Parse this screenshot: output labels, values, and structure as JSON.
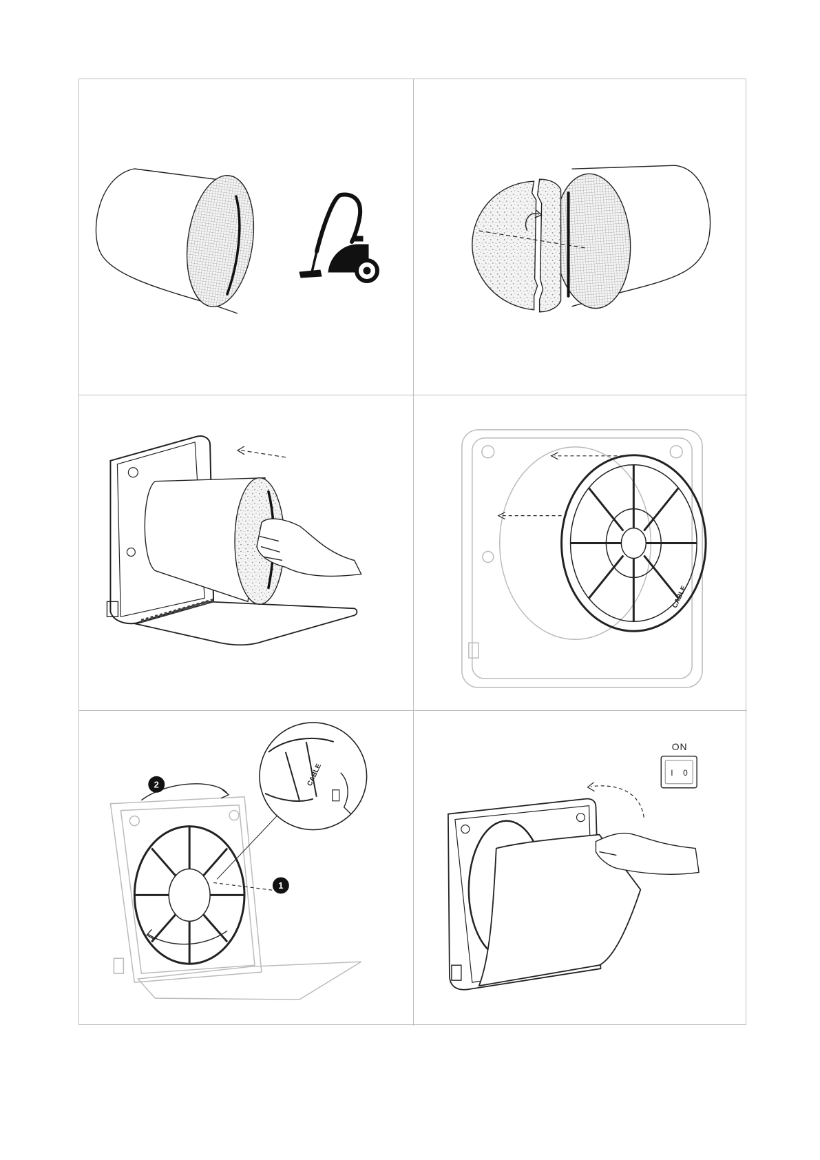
{
  "panels": [
    {
      "id": "step-1"
    },
    {
      "id": "step-2"
    },
    {
      "id": "step-3"
    },
    {
      "id": "step-4"
    },
    {
      "id": "step-5",
      "cable_label": "CABLE",
      "badge_1": "1",
      "badge_2": "2"
    },
    {
      "id": "step-6",
      "switch_title": "ON",
      "switch_on": "I",
      "switch_off": "0"
    }
  ],
  "step4": {
    "cable_label": "CABLE"
  }
}
